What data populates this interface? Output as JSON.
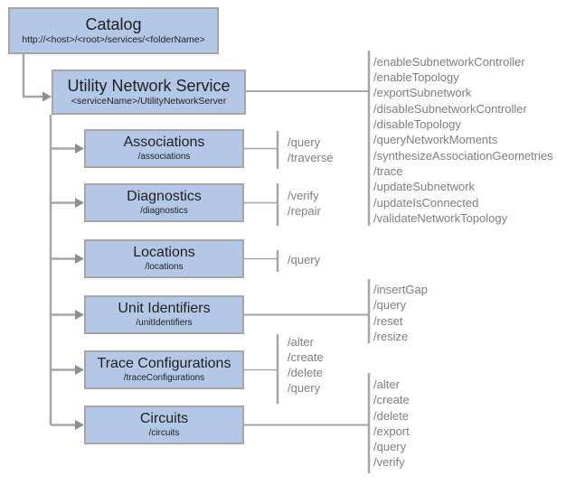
{
  "diagram_type": "rest-api-hierarchy",
  "colors": {
    "node_fill": "#b4c7e7",
    "node_border": "#a6a6a6",
    "connector": "#a6a6a6",
    "arrowhead": "#8f8f8f",
    "node_text": "#212121",
    "operation_text": "#7f7f7f",
    "background": "#ffffff"
  },
  "catalog": {
    "title": "Catalog",
    "subtitle": "http://<host>/<root>/services/<folderName>"
  },
  "service": {
    "title": "Utility Network Service",
    "subtitle": "<serviceName>/UtilityNetworkServer",
    "operations": [
      "/enableSubnetworkController",
      "/enableTopology",
      "/exportSubnetwork",
      "/disableSubnetworkController",
      "/disableTopology",
      "/queryNetworkMoments",
      "/synthesizeAssociationGeometries",
      "/trace",
      "/updateSubnetwork",
      "/updateIsConnected",
      "/validateNetworkTopology"
    ]
  },
  "children": [
    {
      "title": "Associations",
      "subtitle": "/associations",
      "operations": [
        "/query",
        "/traverse"
      ]
    },
    {
      "title": "Diagnostics",
      "subtitle": "/diagnostics",
      "operations": [
        "/verify",
        "/repair"
      ]
    },
    {
      "title": "Locations",
      "subtitle": "/locations",
      "operations": [
        "/query"
      ]
    },
    {
      "title": "Unit Identifiers",
      "subtitle": "/unitIdentifiers",
      "operations": [
        "/insertGap",
        "/query",
        "/reset",
        "/resize"
      ]
    },
    {
      "title": "Trace Configurations",
      "subtitle": "/traceConfigurations",
      "operations": [
        "/alter",
        "/create",
        "/delete",
        "/query"
      ]
    },
    {
      "title": "Circuits",
      "subtitle": "/circuits",
      "operations": [
        "/alter",
        "/create",
        "/delete",
        "/export",
        "/query",
        "/verify"
      ]
    }
  ]
}
